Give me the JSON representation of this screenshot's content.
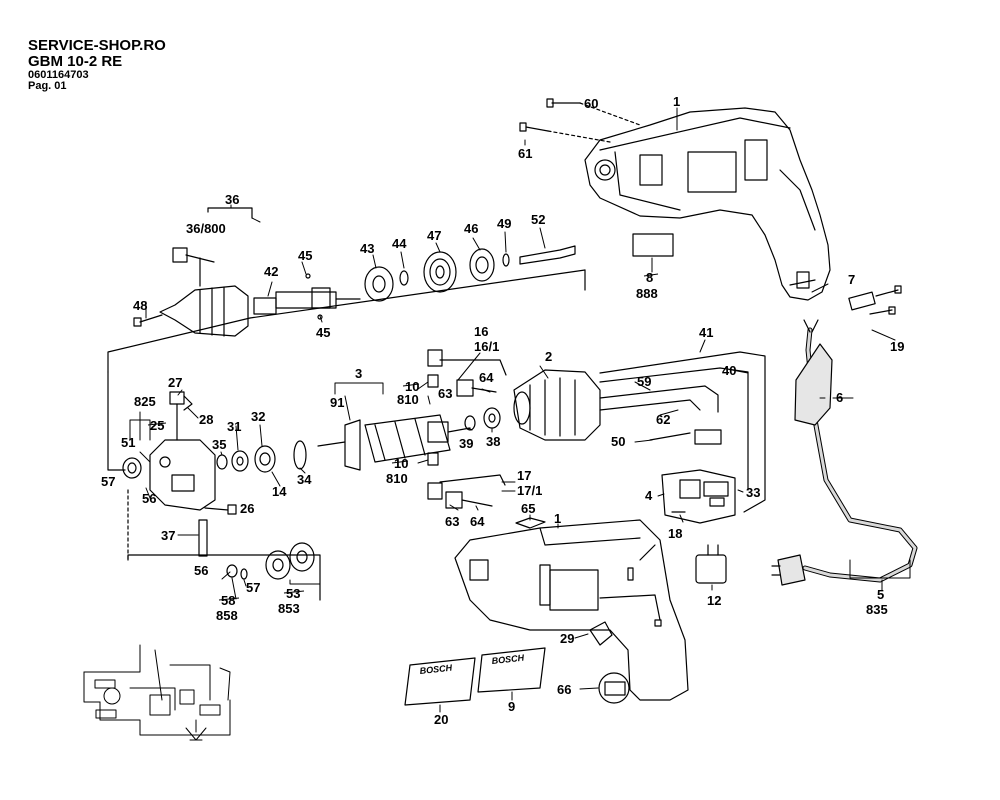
{
  "header": {
    "shop": "SERVICE-SHOP.RO",
    "model": "GBM 10-2 RE",
    "part_number": "0601164703",
    "page": "Pag. 01"
  },
  "callouts": {
    "c60": "60",
    "c1top": "1",
    "c61": "61",
    "c36": "36",
    "c36_800": "36/800",
    "c45a": "45",
    "c43": "43",
    "c44": "44",
    "c47": "47",
    "c46": "46",
    "c49": "49",
    "c52": "52",
    "c42": "42",
    "c48": "48",
    "c45b": "45",
    "c8": "8",
    "c888": "888",
    "c7": "7",
    "c19": "19",
    "c16": "16",
    "c16_1": "16/1",
    "c2": "2",
    "c41": "41",
    "c27": "27",
    "c825": "825",
    "c25": "25",
    "c28": "28",
    "c3": "3",
    "c91": "91",
    "c10a": "10",
    "c810a": "810",
    "c63a": "63",
    "c64a": "64",
    "c59": "59",
    "c40": "40",
    "c6": "6",
    "c51": "51",
    "c31": "31",
    "c32": "32",
    "c35": "35",
    "c39": "39",
    "c38": "38",
    "c62": "62",
    "c50": "50",
    "c57a": "57",
    "c56a": "56",
    "c14": "14",
    "c34": "34",
    "c10b": "10",
    "c810b": "810",
    "c17": "17",
    "c17_1": "17/1",
    "c4": "4",
    "c33": "33",
    "c26": "26",
    "c63b": "63",
    "c64b": "64",
    "c65": "65",
    "c1mid": "1",
    "c18": "18",
    "c37": "37",
    "c56b": "56",
    "c57b": "57",
    "c58": "58",
    "c858": "858",
    "c53": "53",
    "c853": "853",
    "c12": "12",
    "c5": "5",
    "c835": "835",
    "c29": "29",
    "c66": "66",
    "c20": "20",
    "c9": "9"
  },
  "labels": {
    "brand_left": "BOSCH",
    "brand_right": "BOSCH"
  },
  "colors": {
    "line": "#000000",
    "background": "#ffffff",
    "cable_speckle": "#d9d9d9"
  }
}
